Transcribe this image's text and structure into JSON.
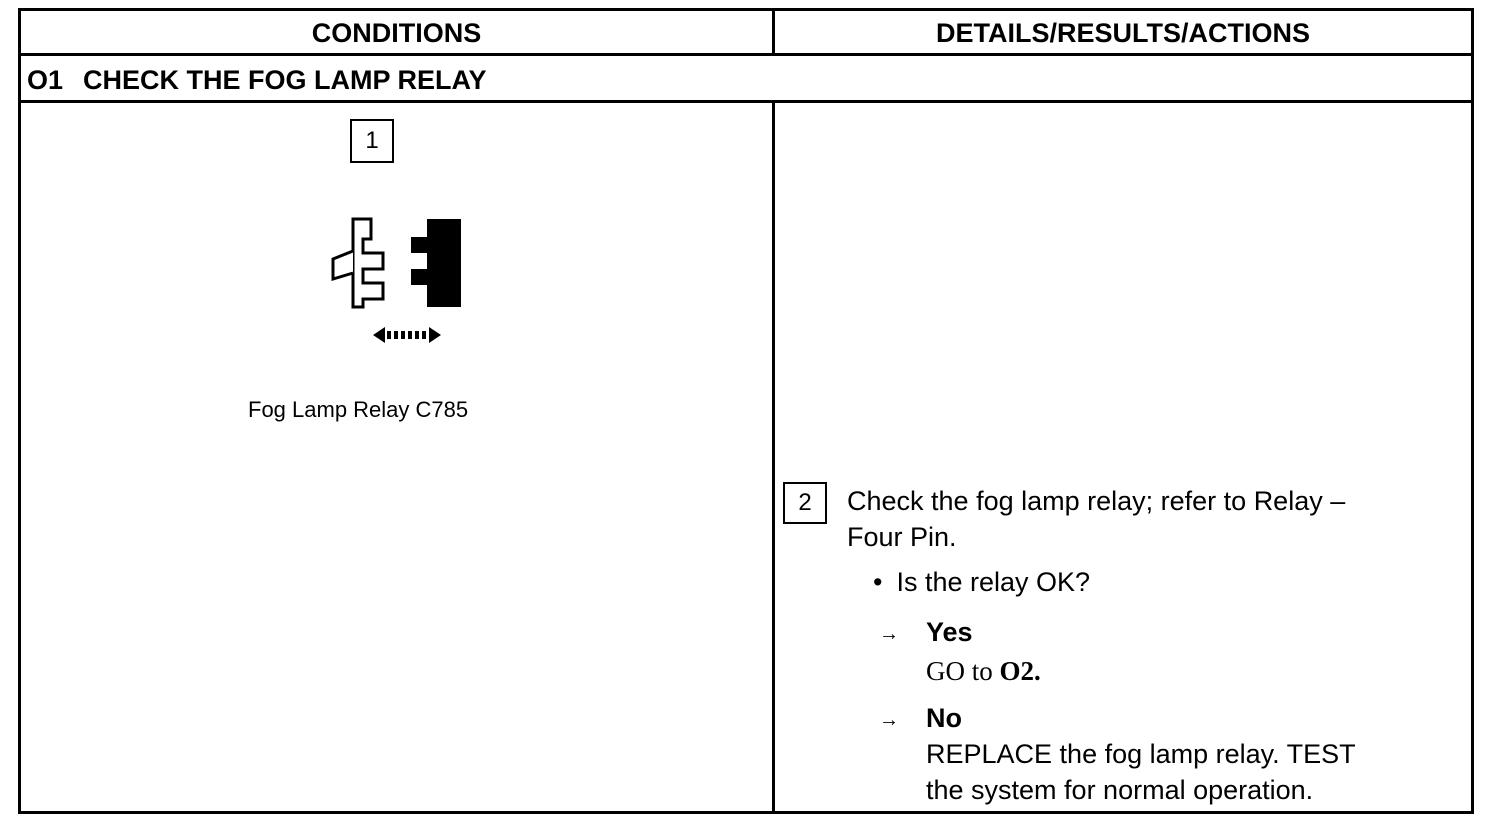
{
  "table": {
    "col_conditions": "CONDITIONS",
    "col_details": "DETAILS/RESULTS/ACTIONS"
  },
  "section": {
    "number": "O1",
    "title": "CHECK THE FOG LAMP RELAY"
  },
  "step1": {
    "number": "1",
    "caption": "Fog Lamp Relay C785",
    "icon": "relay-connector-disconnect-icon"
  },
  "step2": {
    "number": "2",
    "text_line1": "Check the fog lamp relay; refer to Relay  –",
    "text_line2": "Four Pin.",
    "question": "Is the relay OK?",
    "yes": {
      "arrow": "→",
      "label": "Yes",
      "action_prefix": "GO to ",
      "action_target": "O2."
    },
    "no": {
      "arrow": "→",
      "label": "No",
      "action_line1": "REPLACE the fog lamp relay. TEST",
      "action_line2": "the system for normal operation."
    }
  }
}
